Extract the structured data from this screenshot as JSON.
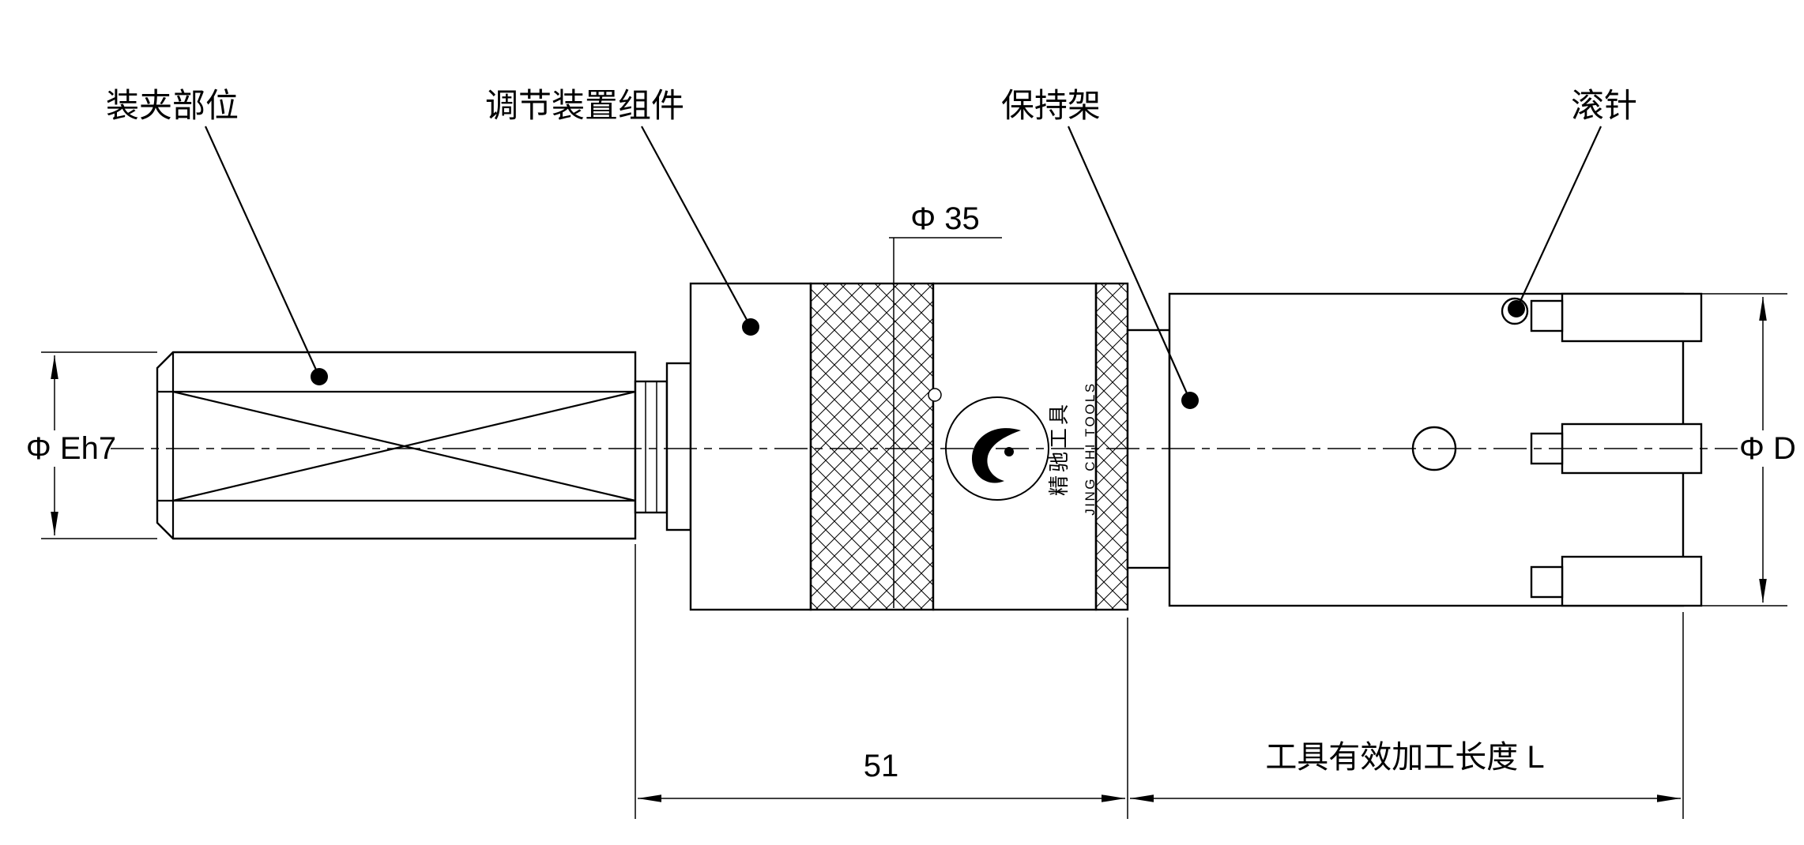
{
  "drawing": {
    "background": "#ffffff",
    "line_color": "#000000"
  },
  "labels": {
    "clamping": "装夹部位",
    "adjuster_assembly": "调节装置组件",
    "cage": "保持架",
    "needle_roller": "滚针"
  },
  "dimensions": {
    "shank_diameter": "Φ Eh7",
    "adjuster_diameter": "Φ 35",
    "adjuster_length": "51",
    "effective_length": "工具有效加工长度 L",
    "head_diameter": "Φ D"
  },
  "logo": {
    "brand_cn": "精驰工具",
    "brand_en": "JING CHI TOOLS"
  }
}
